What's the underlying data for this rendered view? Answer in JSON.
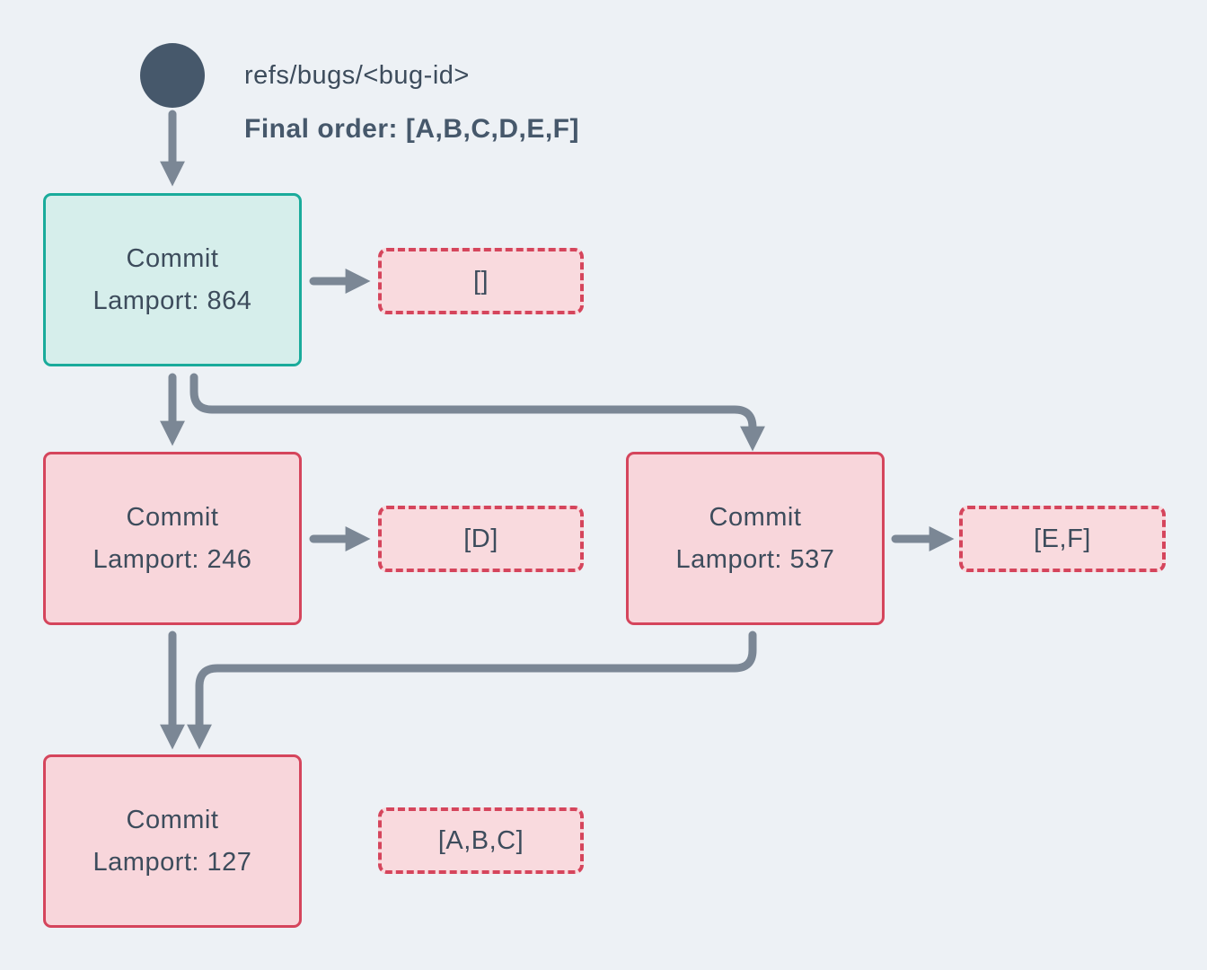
{
  "header": {
    "ref_label": "refs/bugs/<bug-id>",
    "final_order": "Final order: [A,B,C,D,E,F]"
  },
  "commits": {
    "root": {
      "title": "Commit",
      "lamport": "Lamport: 864"
    },
    "left": {
      "title": "Commit",
      "lamport": "Lamport: 246"
    },
    "right": {
      "title": "Commit",
      "lamport": "Lamport: 537"
    },
    "bottom": {
      "title": "Commit",
      "lamport": "Lamport: 127"
    }
  },
  "operations": {
    "root": "[]",
    "left": "[D]",
    "right": "[E,F]",
    "bottom": "[A,B,C]"
  },
  "icons": {
    "ref_head": "filled-circle"
  },
  "colors": {
    "background": "#edf1f5",
    "ink": "#3d4c5c",
    "node_dark": "#46586b",
    "arrow": "#7b8795",
    "teal_border": "#1aab9b",
    "teal_fill": "#d6eeeb",
    "red_border": "#d5455c",
    "pink_fill": "#f8d6db",
    "pink_fill_dashed": "#f9dade"
  }
}
